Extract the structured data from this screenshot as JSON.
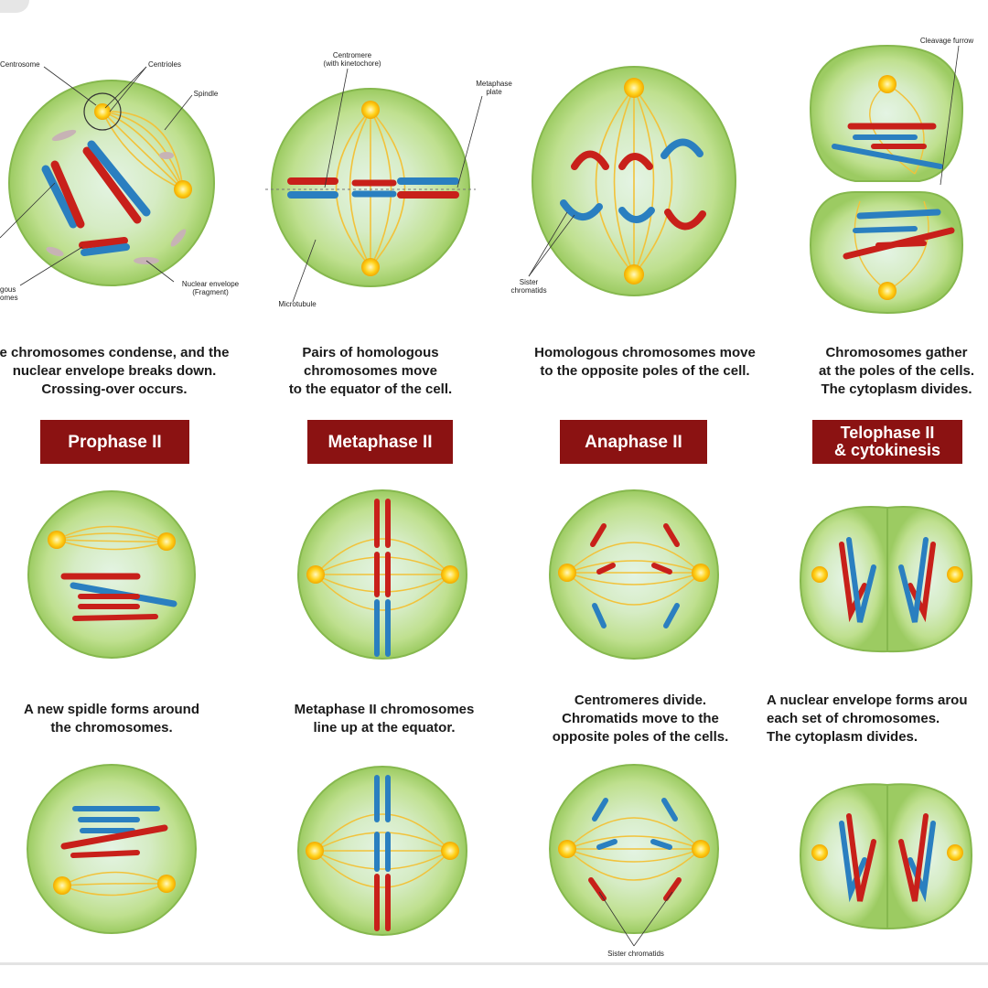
{
  "upper_row": {
    "descriptions": [
      "e chromosomes condense, and the\nnuclear envelope breaks down.\nCrossing-over occurs.",
      "Pairs of homologous\nchromosomes move\nto the equator of the cell.",
      "Homologous chromosomes move\nto the opposite poles of the cell.",
      "Chromosomes gather\nat the poles of the cells.\nThe cytoplasm divides."
    ]
  },
  "phases": [
    "Prophase II",
    "Metaphase II",
    "Anaphase II",
    "Telophase II\n& cytokinesis"
  ],
  "lower_row": {
    "descriptions": [
      "A new spidle forms around\nthe chromosomes.",
      "Metaphase II chromosomes\nline up at the equator.",
      "Centromeres divide.\nChromatids move to the\nopposite poles of the cells.",
      "A nuclear envelope forms arou\neach set of chromosomes.\nThe cytoplasm divides."
    ]
  },
  "labels": {
    "centrosome": "Centrosome",
    "centrioles": "Centrioles",
    "spindle": "Spindle",
    "homologous": "gous\nomes",
    "nuclear_envelope": "Nuclear envelope\n(Fragment)",
    "centromere": "Centromere\n(with kinetochore)",
    "metaphase_plate": "Metaphase\nplate",
    "microtubule": "Microtubule",
    "sister_chromatids": "Sister\nchromatids",
    "cleavage_furrow": "Cleavage furrow",
    "sister_chromatids_bottom": "Sister chromatids"
  },
  "colors": {
    "phase_banner": "#8b1212",
    "cell_fill": "#b9dc8c",
    "spindle": "#f2c23a",
    "chromosome_red": "#c8201a",
    "chromosome_blue": "#2a7fc0",
    "centrosome": "#ffd21c"
  }
}
